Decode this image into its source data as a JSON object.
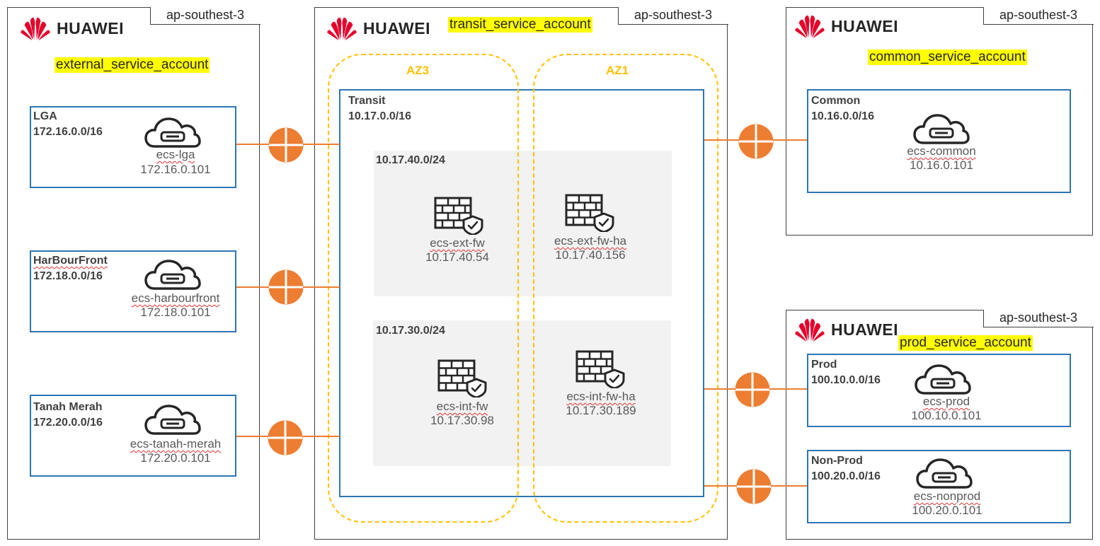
{
  "brand": {
    "logo_text": "HUAWEI",
    "logo_color": "#e4002b"
  },
  "colors": {
    "vpc_border": "#2e75b6",
    "az_border": "#ffc000",
    "peering": "#ed7d31",
    "highlight": "#ffff00",
    "subnet_fill": "#f2f2f2"
  },
  "panels": {
    "external": {
      "region": "ap-southest-3",
      "account": "external_service_account",
      "vpcs": [
        {
          "name": "LGA",
          "cidr": "172.16.0.0/16",
          "ecs_name": "ecs-lga",
          "ecs_ip": "172.16.0.101"
        },
        {
          "name": "HarBourFront",
          "cidr": "172.18.0.0/16",
          "ecs_name": "ecs-harbourfront",
          "ecs_ip": "172.18.0.101"
        },
        {
          "name": "Tanah Merah",
          "cidr": "172.20.0.0/16",
          "ecs_name": "ecs-tanah-merah",
          "ecs_ip": "172.20.0.101"
        }
      ]
    },
    "transit": {
      "region": "ap-southest-3",
      "account": "transit_service_account",
      "az_left": "AZ3",
      "az_right": "AZ1",
      "vpc": {
        "name": "Transit",
        "cidr": "10.17.0.0/16"
      },
      "subnets": [
        {
          "cidr": "10.17.40.0/24",
          "instances": [
            {
              "name": "ecs-ext-fw",
              "ip": "10.17.40.54"
            },
            {
              "name": "ecs-ext-fw-ha",
              "ip": "10.17.40.156"
            }
          ]
        },
        {
          "cidr": "10.17.30.0/24",
          "instances": [
            {
              "name": "ecs-int-fw",
              "ip": "10.17.30.98"
            },
            {
              "name": "ecs-int-fw-ha",
              "ip": "10.17.30.189"
            }
          ]
        }
      ]
    },
    "common": {
      "region": "ap-southest-3",
      "account": "common_service_account",
      "vpc": {
        "name": "Common",
        "cidr": "10.16.0.0/16",
        "ecs_name": "ecs-common",
        "ecs_ip": "10.16.0.101"
      }
    },
    "prod": {
      "region": "ap-southest-3",
      "account": "prod_service_account",
      "vpcs": [
        {
          "name": "Prod",
          "cidr": "100.10.0.0/16",
          "ecs_name": "ecs-prod",
          "ecs_ip": "100.10.0.101"
        },
        {
          "name": "Non-Prod",
          "cidr": "100.20.0.0/16",
          "ecs_name": "ecs-nonprod",
          "ecs_ip": "100.20.0.101"
        }
      ]
    }
  }
}
